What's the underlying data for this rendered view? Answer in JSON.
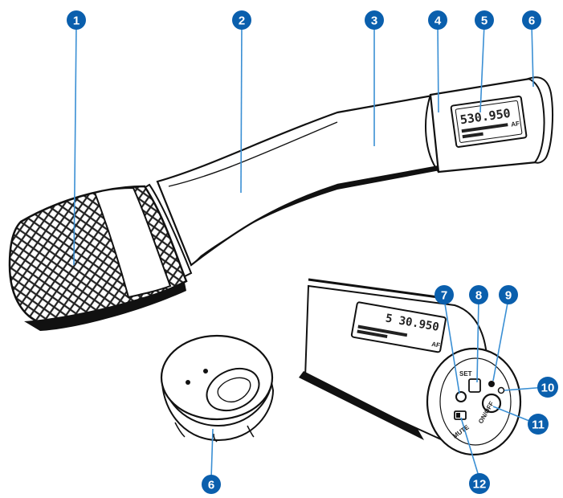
{
  "colors": {
    "callout_fill": "#0a5fad",
    "leader_line": "#3a8fd4",
    "outline": "#111111"
  },
  "lcd": {
    "frequency_main": "530.950",
    "af_label_main": "AF",
    "frequency_detail": "5 30.950",
    "af_label_detail": "AF"
  },
  "buttons": {
    "set_label": "SET",
    "onoff_label": "ON/OFF",
    "mute_label": "MUTE"
  },
  "callouts": [
    {
      "id": "c1",
      "label": "1"
    },
    {
      "id": "c2",
      "label": "2"
    },
    {
      "id": "c3",
      "label": "3"
    },
    {
      "id": "c4",
      "label": "4"
    },
    {
      "id": "c5",
      "label": "5"
    },
    {
      "id": "c6a",
      "label": "6"
    },
    {
      "id": "c7",
      "label": "7"
    },
    {
      "id": "c8",
      "label": "8"
    },
    {
      "id": "c9",
      "label": "9"
    },
    {
      "id": "c10",
      "label": "10"
    },
    {
      "id": "c11",
      "label": "11"
    },
    {
      "id": "c12",
      "label": "12"
    },
    {
      "id": "c6b",
      "label": "6"
    }
  ]
}
